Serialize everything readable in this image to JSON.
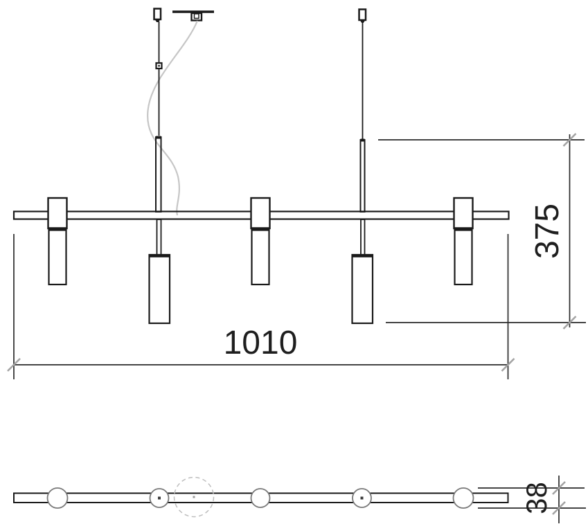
{
  "drawing_type": "pendant-lamp-dimension-drawing",
  "dimensions": {
    "width": {
      "label": "1010"
    },
    "drop": {
      "label": "375"
    },
    "tube_diameter": {
      "label": "38"
    }
  },
  "colors": {
    "line": "#1a1a1a",
    "dim_line": "#2a2a2a",
    "cable_gray": "#c6c6c6",
    "tick_gray": "#a3a3a3",
    "plan_circle": "#787878",
    "dashed_gray": "#bdbdbd",
    "text": "#1e1e1e",
    "background": "#ffffff"
  }
}
